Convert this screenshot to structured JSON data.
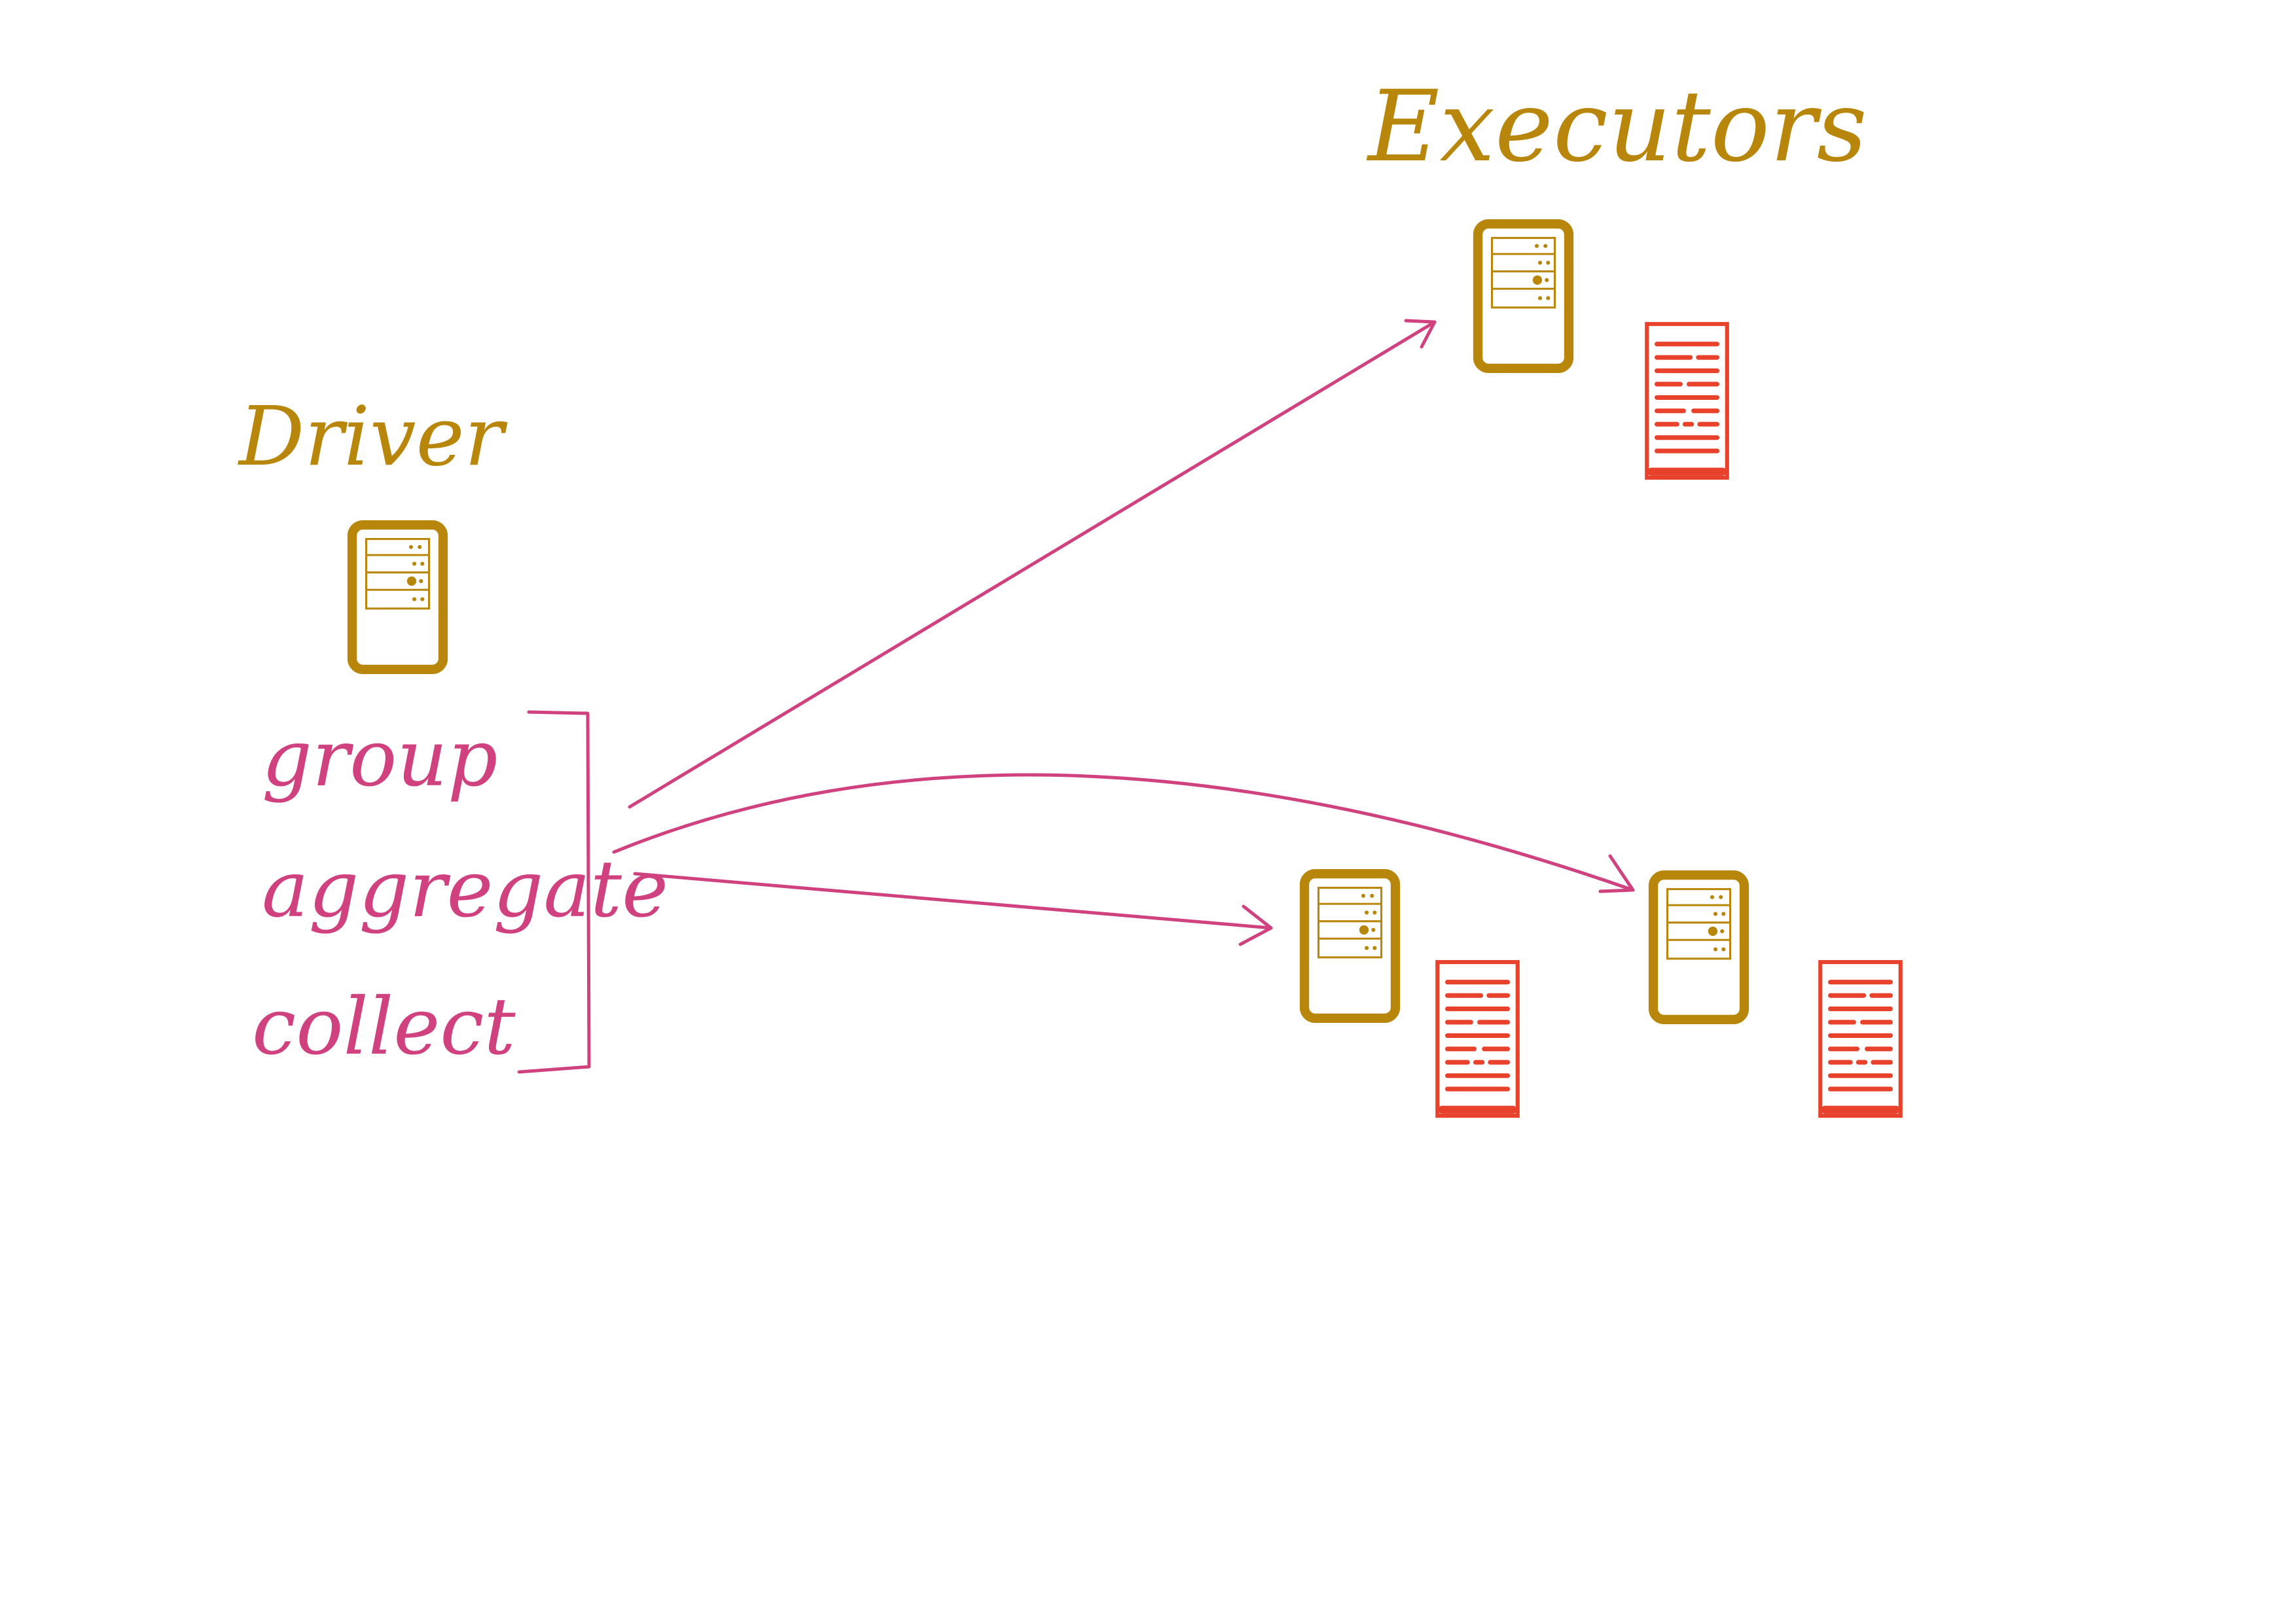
{
  "labels": {
    "executors": "Executors",
    "driver": "Driver"
  },
  "operations": [
    "group",
    "aggregate",
    "collect"
  ],
  "colors": {
    "server": "#b8860b",
    "document": "#e8412c",
    "arrows": "#d0427f",
    "background": "#ffffff"
  },
  "icons": {
    "driver": "server-icon",
    "executor": "server-icon",
    "partition": "document-icon"
  }
}
